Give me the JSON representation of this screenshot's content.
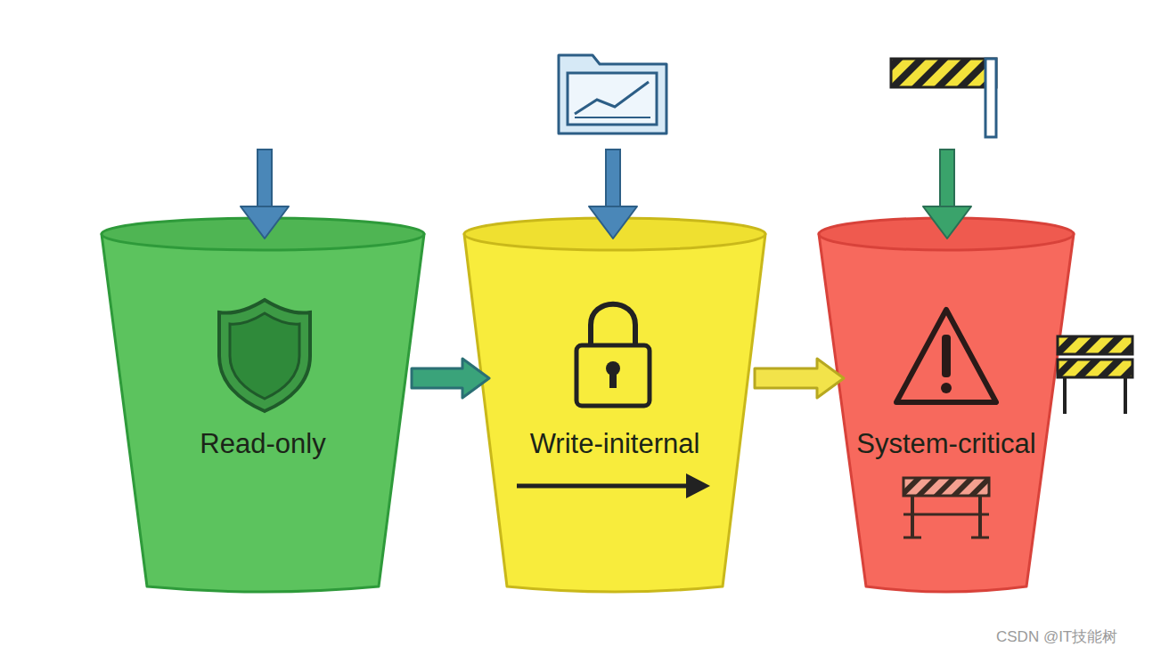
{
  "diagram": {
    "nodes": [
      {
        "text": [
          "Read-only"
        ]
      },
      {
        "text": [
          "Write-initernal"
        ]
      },
      {
        "text": [
          "System-critical"
        ]
      }
    ],
    "edges": [
      {
        "from": 0,
        "to": 1,
        "arrow": "to"
      },
      {
        "from": 1,
        "to": 2,
        "arrow": "to"
      }
    ],
    "labels": [
      "CSDN @IT技能树"
    ]
  }
}
